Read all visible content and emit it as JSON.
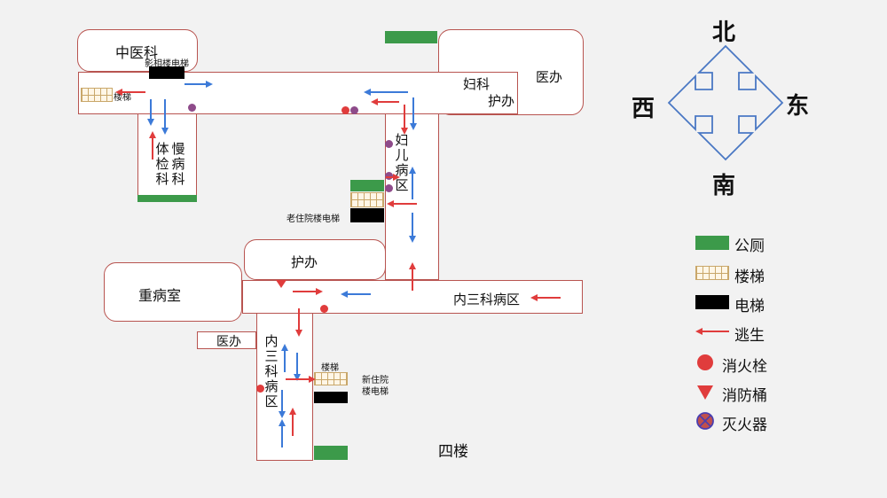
{
  "colors": {
    "escape": "#e03c3c",
    "flow": "#3c7ad8",
    "hydrant": "#e03c3c",
    "extinguisher": "#8e4b8a",
    "toilet": "#3c9a4a",
    "wall": "#b85450",
    "compass": "#4a78c4"
  },
  "compass": {
    "north": "北",
    "south": "南",
    "west": "西",
    "east": "东"
  },
  "rooms": {
    "tcm": "中医科",
    "medical_office_top": "医办",
    "gyn": "妇科",
    "nurse_top": "护办",
    "chronic": "慢病科",
    "checkup": "体检科",
    "maternity": "妇儿病区",
    "nurse_mid": "护办",
    "icu": "重病室",
    "internal_horizontal": "内三科病区",
    "medical_office_low": "医办",
    "internal_vertical": "内三科病区"
  },
  "labels": {
    "imaging_elevator": "影相楼电梯",
    "stairs_top": "楼梯",
    "old_elevator": "老住院楼电梯",
    "stairs_low": "楼梯",
    "new_elevator_line1": "新住院",
    "new_elevator_line2": "楼电梯",
    "floor": "四楼"
  },
  "legend": [
    {
      "icon": "toilet-icon",
      "label": "公厕"
    },
    {
      "icon": "stairs-icon",
      "label": "楼梯"
    },
    {
      "icon": "elevator-icon",
      "label": "电梯"
    },
    {
      "icon": "escape-arrow-icon",
      "label": "逃生"
    },
    {
      "icon": "fire-hydrant-icon",
      "label": "消火栓"
    },
    {
      "icon": "fire-bucket-icon",
      "label": "消防桶"
    },
    {
      "icon": "fire-extinguisher-icon",
      "label": "灭火器"
    }
  ]
}
